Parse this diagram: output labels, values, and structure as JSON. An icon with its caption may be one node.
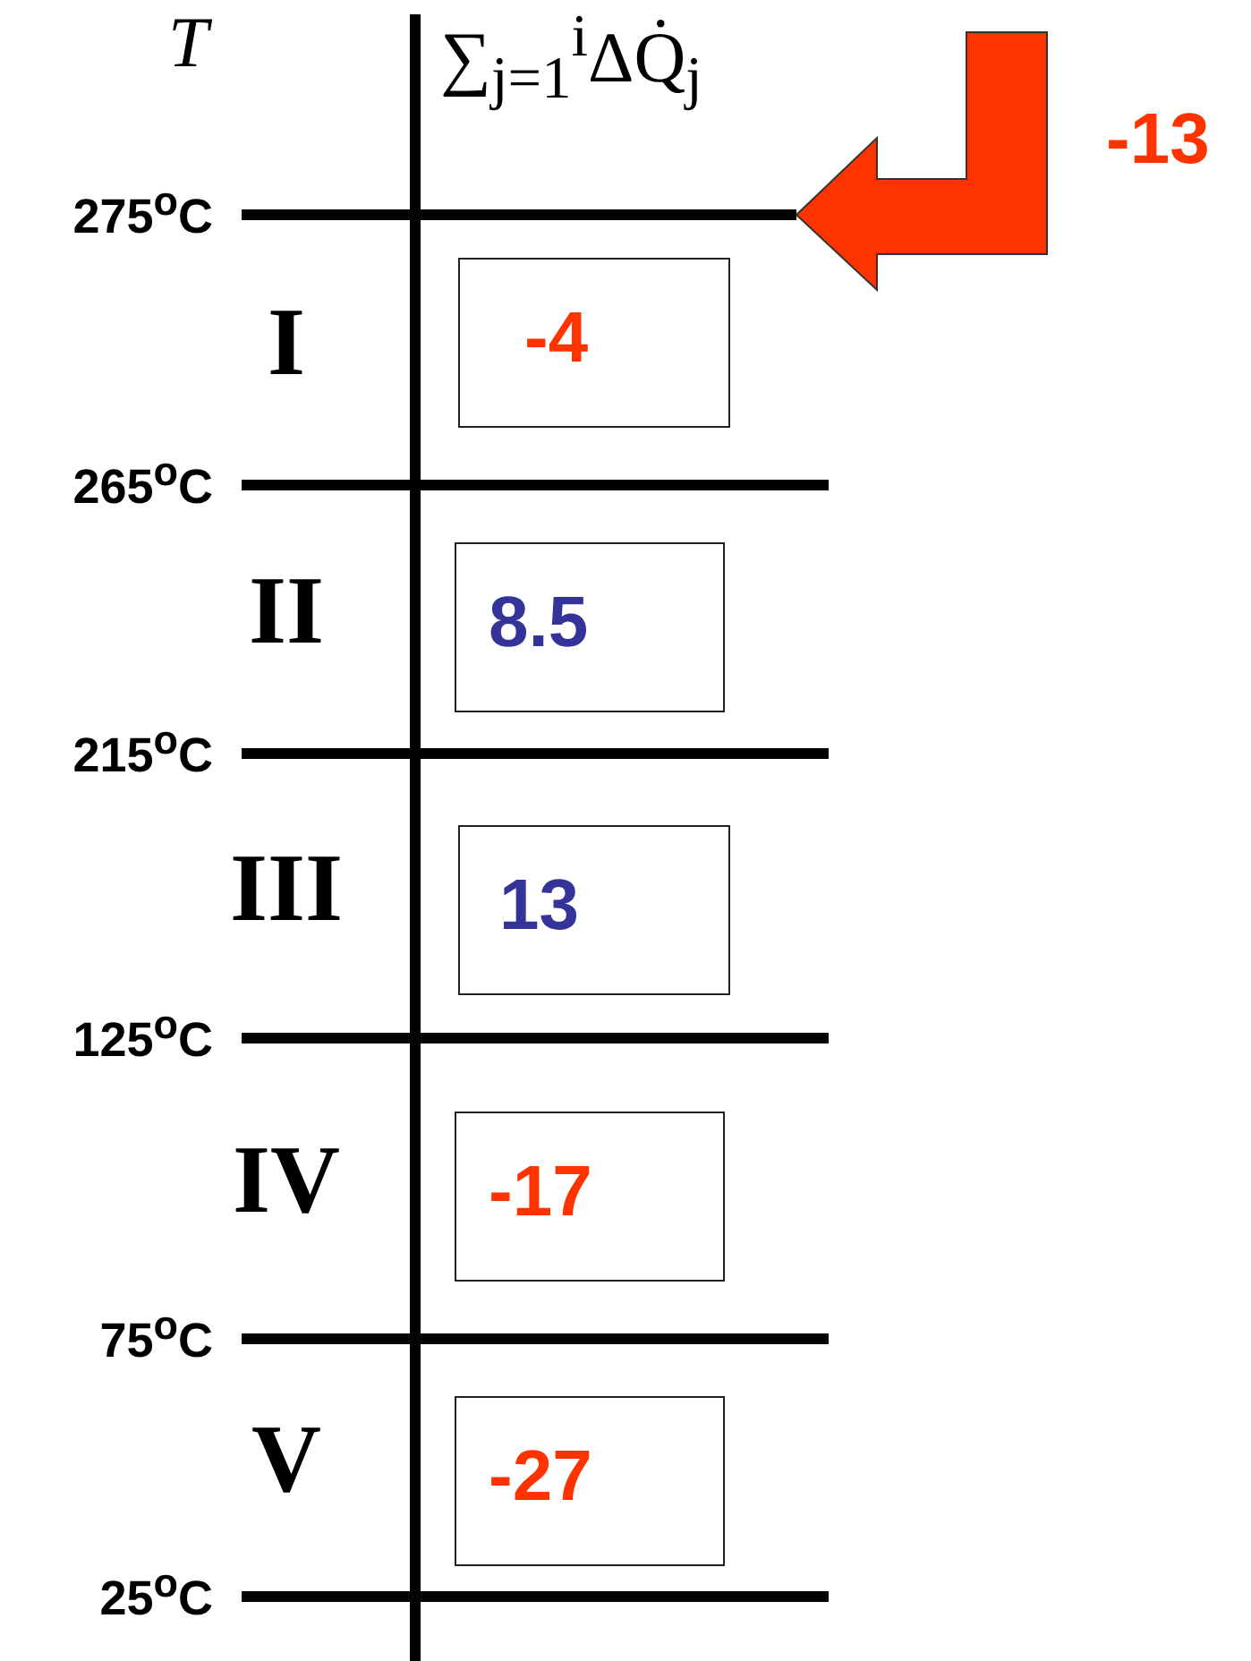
{
  "diagram": {
    "nodes": [
      {
        "text": [
          "-4"
        ]
      },
      {
        "text": [
          "8.5"
        ]
      },
      {
        "text": [
          "13"
        ]
      },
      {
        "text": [
          "-17"
        ]
      },
      {
        "text": [
          "-27"
        ]
      }
    ],
    "labels": [
      "T",
      "∑$_{j=1}$$^{i}$ΔQ̇$_{j}$",
      "-13",
      "275$^{o}$C",
      "I",
      "265$^{o}$C",
      "II",
      "215$^{o}$C",
      "III",
      "125$^{o}$C",
      "IV",
      "75$^{o}$C",
      "V",
      "25$^{o}$C"
    ]
  }
}
